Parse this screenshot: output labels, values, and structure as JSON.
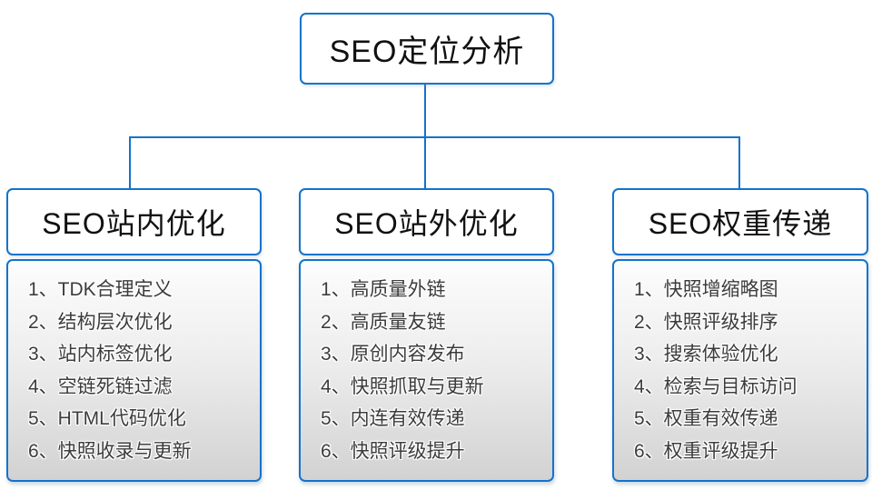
{
  "diagram": {
    "root": {
      "label": "SEO定位分析"
    },
    "branches": [
      {
        "label": "SEO站内优化",
        "items": [
          "1、TDK合理定义",
          "2、结构层次优化",
          "3、站内标签优化",
          "4、空链死链过滤",
          "5、HTML代码优化",
          "6、快照收录与更新"
        ]
      },
      {
        "label": "SEO站外优化",
        "items": [
          "1、高质量外链",
          "2、高质量友链",
          "3、原创内容发布",
          "4、快照抓取与更新",
          "5、内连有效传递",
          "6、快照评级提升"
        ]
      },
      {
        "label": "SEO权重传递",
        "items": [
          "1、快照增缩略图",
          "2、快照评级排序",
          "3、搜索体验优化",
          "4、检索与目标访问",
          "5、权重有效传递",
          "6、权重评级提升"
        ]
      }
    ],
    "colors": {
      "border_blue": "#1373cc",
      "connector_blue": "#1373cc",
      "list_gradient_top": "#fdfdfd",
      "list_gradient_bottom": "#d2d2d2",
      "header_text": "#111111",
      "item_text": "#3c3c3c",
      "background": "#ffffff"
    }
  }
}
